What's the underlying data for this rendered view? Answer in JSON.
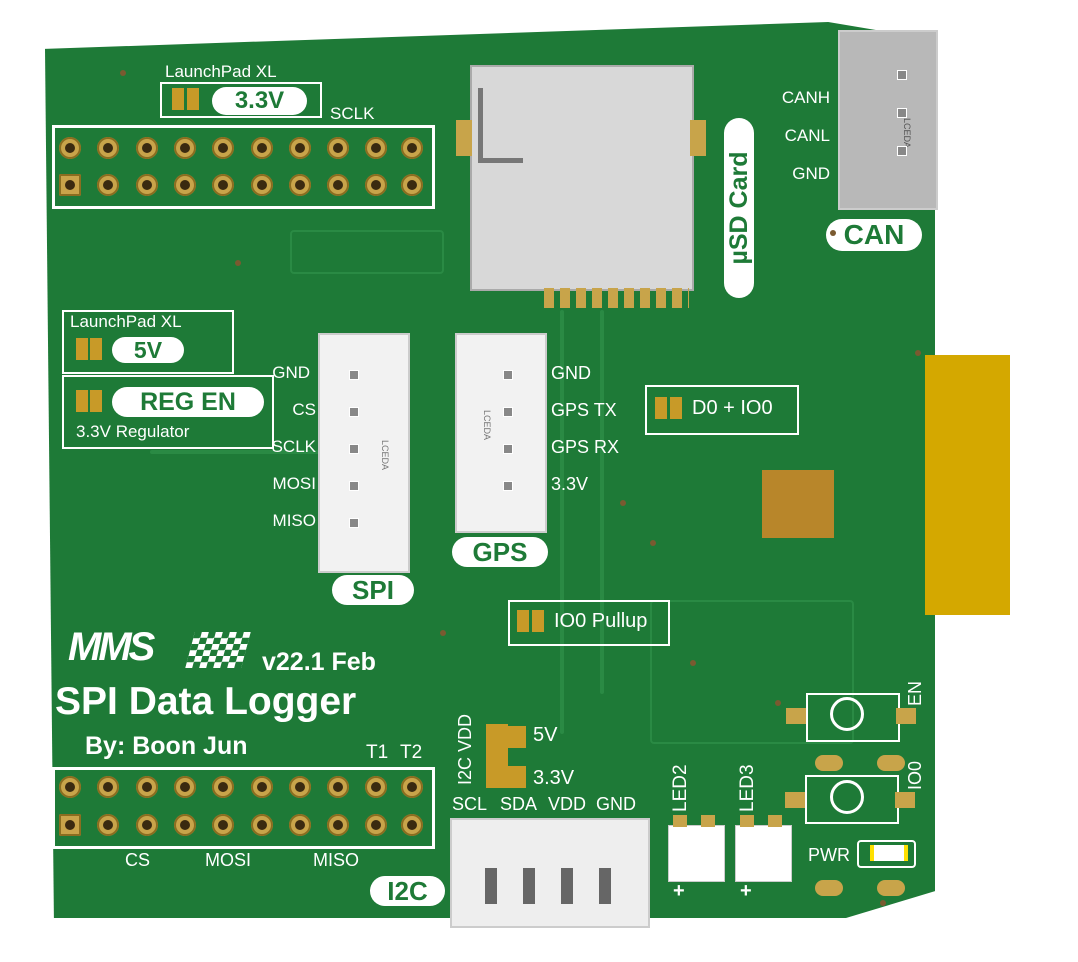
{
  "board": {
    "title": "SPI Data Logger",
    "version": "v22.1 Feb",
    "author": "By: Boon Jun",
    "logo": "MMS"
  },
  "top_jumper": {
    "label": "LaunchPad XL",
    "value": "3.3V"
  },
  "sclk_top": "SCLK",
  "jumper_5v": {
    "label": "LaunchPad XL",
    "value": "5V"
  },
  "jumper_reg": {
    "value": "REG EN",
    "label": "3.3V Regulator"
  },
  "spi": {
    "name": "SPI",
    "pins": [
      "GND",
      "CS",
      "SCLK",
      "MOSI",
      "MISO"
    ],
    "marking": "LCEDA"
  },
  "gps": {
    "name": "GPS",
    "pins": [
      "GND",
      "GPS TX",
      "GPS RX",
      "3.3V"
    ],
    "marking": "LCEDA"
  },
  "sd": {
    "label": "µSD Card"
  },
  "can": {
    "name": "CAN",
    "pins": [
      "CANH",
      "CANL",
      "GND"
    ],
    "marking": "LCEDA"
  },
  "d0_jumper": "D0 + IO0",
  "io0_pullup": "IO0 Pullup",
  "i2c": {
    "name": "I2C",
    "pins": [
      "SCL",
      "SDA",
      "VDD",
      "GND"
    ],
    "vdd_label": "I2C VDD",
    "opt_5v": "5V",
    "opt_33v": "3.3V"
  },
  "leds": [
    "LED2",
    "LED3"
  ],
  "plus": "+",
  "buttons": [
    "EN",
    "IO0"
  ],
  "pwr": "PWR",
  "bottom_labels": {
    "t1": "T1",
    "t2": "T2",
    "cs": "CS",
    "mosi": "MOSI",
    "miso": "MISO"
  },
  "colors": {
    "board": "#1e7a37",
    "gold": "#c8a44a",
    "tab": "#d4a800"
  }
}
